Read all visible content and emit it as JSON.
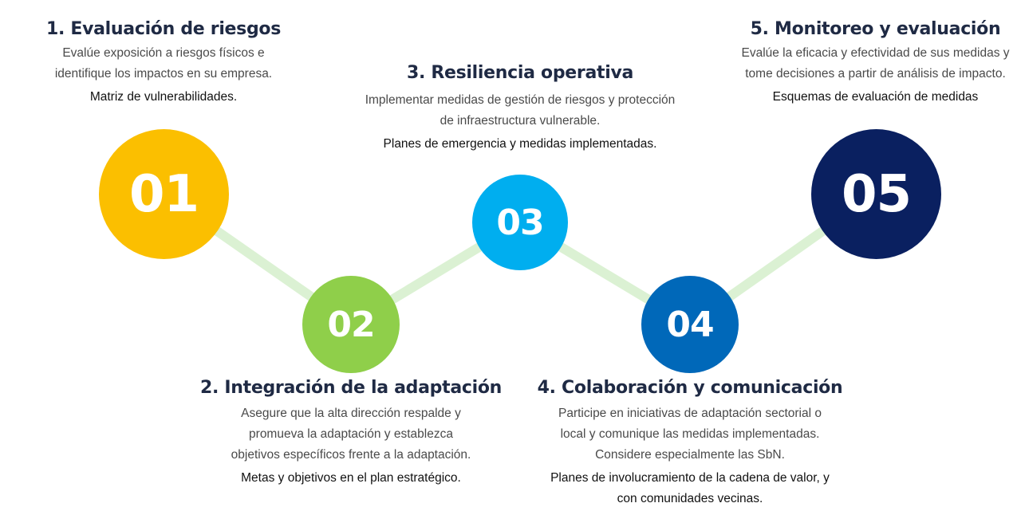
{
  "connector_color": "#dbf1d3",
  "steps": [
    {
      "number": "01",
      "color": "#fbbf00",
      "title": "1. Evaluación de riesgos",
      "description": [
        "Evalúe exposición a riesgos físicos e",
        "identifique los impactos en su empresa."
      ],
      "output": [
        "Matriz de vulnerabilidades."
      ]
    },
    {
      "number": "02",
      "color": "#8fcf4a",
      "title": "2. Integración de la adaptación",
      "description": [
        "Asegure que la alta dirección respalde y",
        "promueva la adaptación y establezca",
        "objetivos específicos frente a la adaptación."
      ],
      "output": [
        "Metas y objetivos en el plan estratégico."
      ]
    },
    {
      "number": "03",
      "color": "#00aeef",
      "title": "3. Resiliencia operativa",
      "description": [
        "Implementar medidas de gestión de riesgos y protección",
        "de infraestructura vulnerable."
      ],
      "output": [
        "Planes de emergencia y medidas implementadas."
      ]
    },
    {
      "number": "04",
      "color": "#0068b9",
      "title": "4. Colaboración y comunicación",
      "description": [
        "Participe en iniciativas de adaptación sectorial o",
        "local y comunique las medidas implementadas.",
        "Considere especialmente las SbN."
      ],
      "output": [
        "Planes de involucramiento de la cadena de valor, y",
        "con comunidades vecinas."
      ]
    },
    {
      "number": "05",
      "color": "#0a2060",
      "title": "5. Monitoreo y evaluación",
      "description": [
        "Evalúe la eficacia y efectividad de sus medidas y",
        "tome decisiones a partir de análisis de impacto."
      ],
      "output": [
        "Esquemas de evaluación de medidas"
      ]
    }
  ]
}
